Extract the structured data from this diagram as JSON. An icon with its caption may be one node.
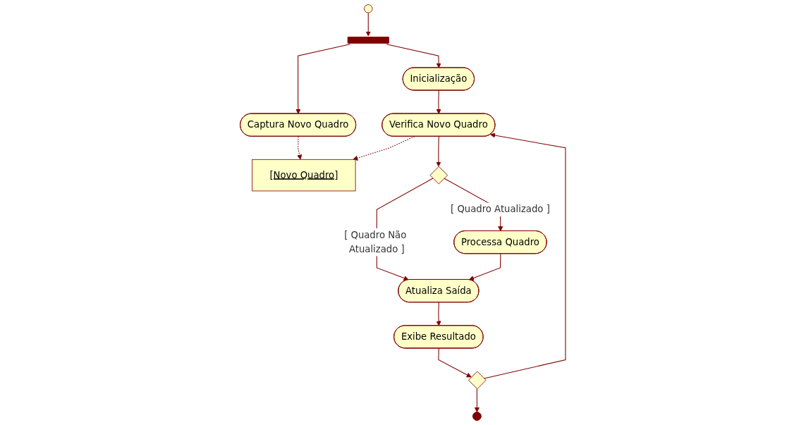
{
  "diagram": {
    "nodes": [
      {
        "text": [],
        "shape": "circle"
      },
      {
        "text": [],
        "shape": "bar"
      },
      {
        "text": [
          "Inicialização"
        ]
      },
      {
        "text": [
          "Captura Novo Quadro"
        ]
      },
      {
        "text": [
          "Verifica Novo Quadro"
        ]
      },
      {
        "text": [
          "[Novo Quadro]"
        ]
      },
      {
        "text": [],
        "shape": "diamond"
      },
      {
        "text": [
          "Processa Quadro"
        ]
      },
      {
        "text": [
          "Atualiza Saída"
        ]
      },
      {
        "text": [
          "Exibe Resultado"
        ]
      },
      {
        "text": [],
        "shape": "diamond"
      },
      {
        "text": [],
        "shape": "circle"
      }
    ],
    "edges": [
      {
        "from": 0,
        "to": 1,
        "arrow": "to"
      },
      {
        "from": 1,
        "to": 2,
        "arrow": "to"
      },
      {
        "from": 1,
        "to": 3,
        "arrow": "to"
      },
      {
        "from": 2,
        "to": 4,
        "arrow": "to"
      },
      {
        "from": 3,
        "to": 5,
        "arrow": "to",
        "style": "dashed"
      },
      {
        "from": 4,
        "to": 5,
        "arrow": "to",
        "style": "dashed"
      },
      {
        "from": 4,
        "to": 6,
        "arrow": "to"
      },
      {
        "from": 6,
        "to": 8,
        "arrow": "to",
        "label": "[ Quadro Não Atualizado ]"
      },
      {
        "from": 6,
        "to": 7,
        "arrow": "to",
        "label": "[ Quadro Atualizado ]"
      },
      {
        "from": 7,
        "to": 8,
        "arrow": "to"
      },
      {
        "from": 8,
        "to": 9,
        "arrow": "to"
      },
      {
        "from": 9,
        "to": 10,
        "arrow": "to"
      },
      {
        "from": 10,
        "to": 11,
        "arrow": "to"
      },
      {
        "from": 10,
        "to": 4,
        "arrow": "to"
      }
    ]
  }
}
